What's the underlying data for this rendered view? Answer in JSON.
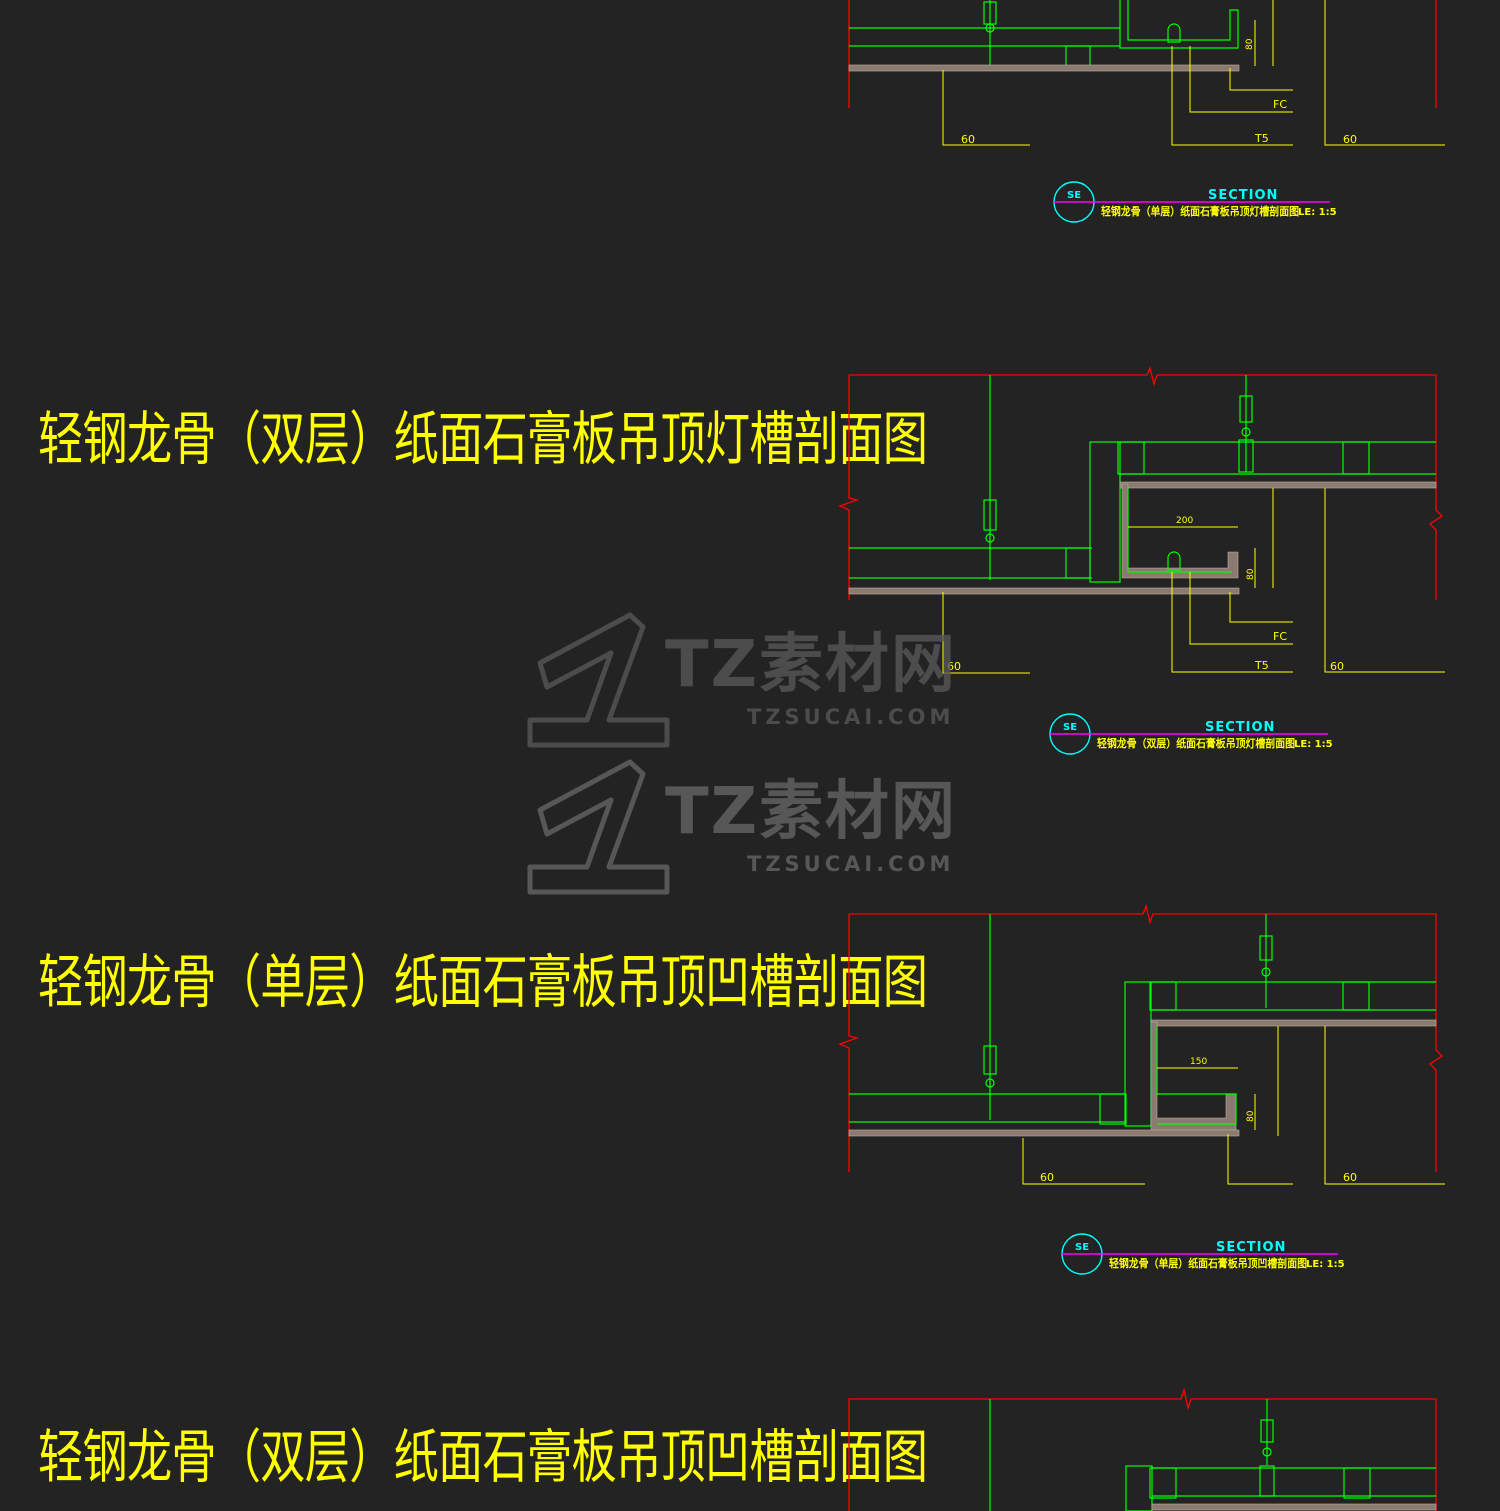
{
  "headings": [
    "轻钢龙骨（双层）纸面石膏板吊顶灯槽剖面图",
    "轻钢龙骨（单层）纸面石膏板吊顶凹槽剖面图",
    "轻钢龙骨（双层）纸面石膏板吊顶凹槽剖面图"
  ],
  "drawings": [
    {
      "dim_width": "",
      "dim_height": "80",
      "labels": {
        "fc": "FC",
        "t5": "T5",
        "left": "60",
        "right": "60"
      },
      "section_badge": "SE",
      "section_word": "SECTION",
      "caption": "轻钢龙骨（单层）纸面石膏板吊顶灯槽剖面图",
      "scale": "LE: 1:5"
    },
    {
      "dim_width": "200",
      "dim_height": "80",
      "labels": {
        "fc": "FC",
        "t5": "T5",
        "left": "60",
        "right": "60"
      },
      "section_badge": "SE",
      "section_word": "SECTION",
      "caption": "轻钢龙骨（双层）纸面石膏板吊顶灯槽剖面图",
      "scale": "LE: 1:5"
    },
    {
      "dim_width": "150",
      "dim_height": "80",
      "labels": {
        "left": "60",
        "right": "60"
      },
      "section_badge": "SE",
      "section_word": "SECTION",
      "caption": "轻钢龙骨（单层）纸面石膏板吊顶凹槽剖面图",
      "scale": "LE: 1:5"
    }
  ],
  "watermark": {
    "brand": "TZ素材网",
    "url": "TZSUCAI.COM"
  },
  "colors": {
    "background": "#232323",
    "heading": "#ffff00",
    "green": "#00ff00",
    "red": "#ff0000",
    "yellow": "#ffff00",
    "cyan": "#00ffff",
    "magenta": "#ff00ff",
    "board": "#8a7a70",
    "watermark": "#575757"
  }
}
